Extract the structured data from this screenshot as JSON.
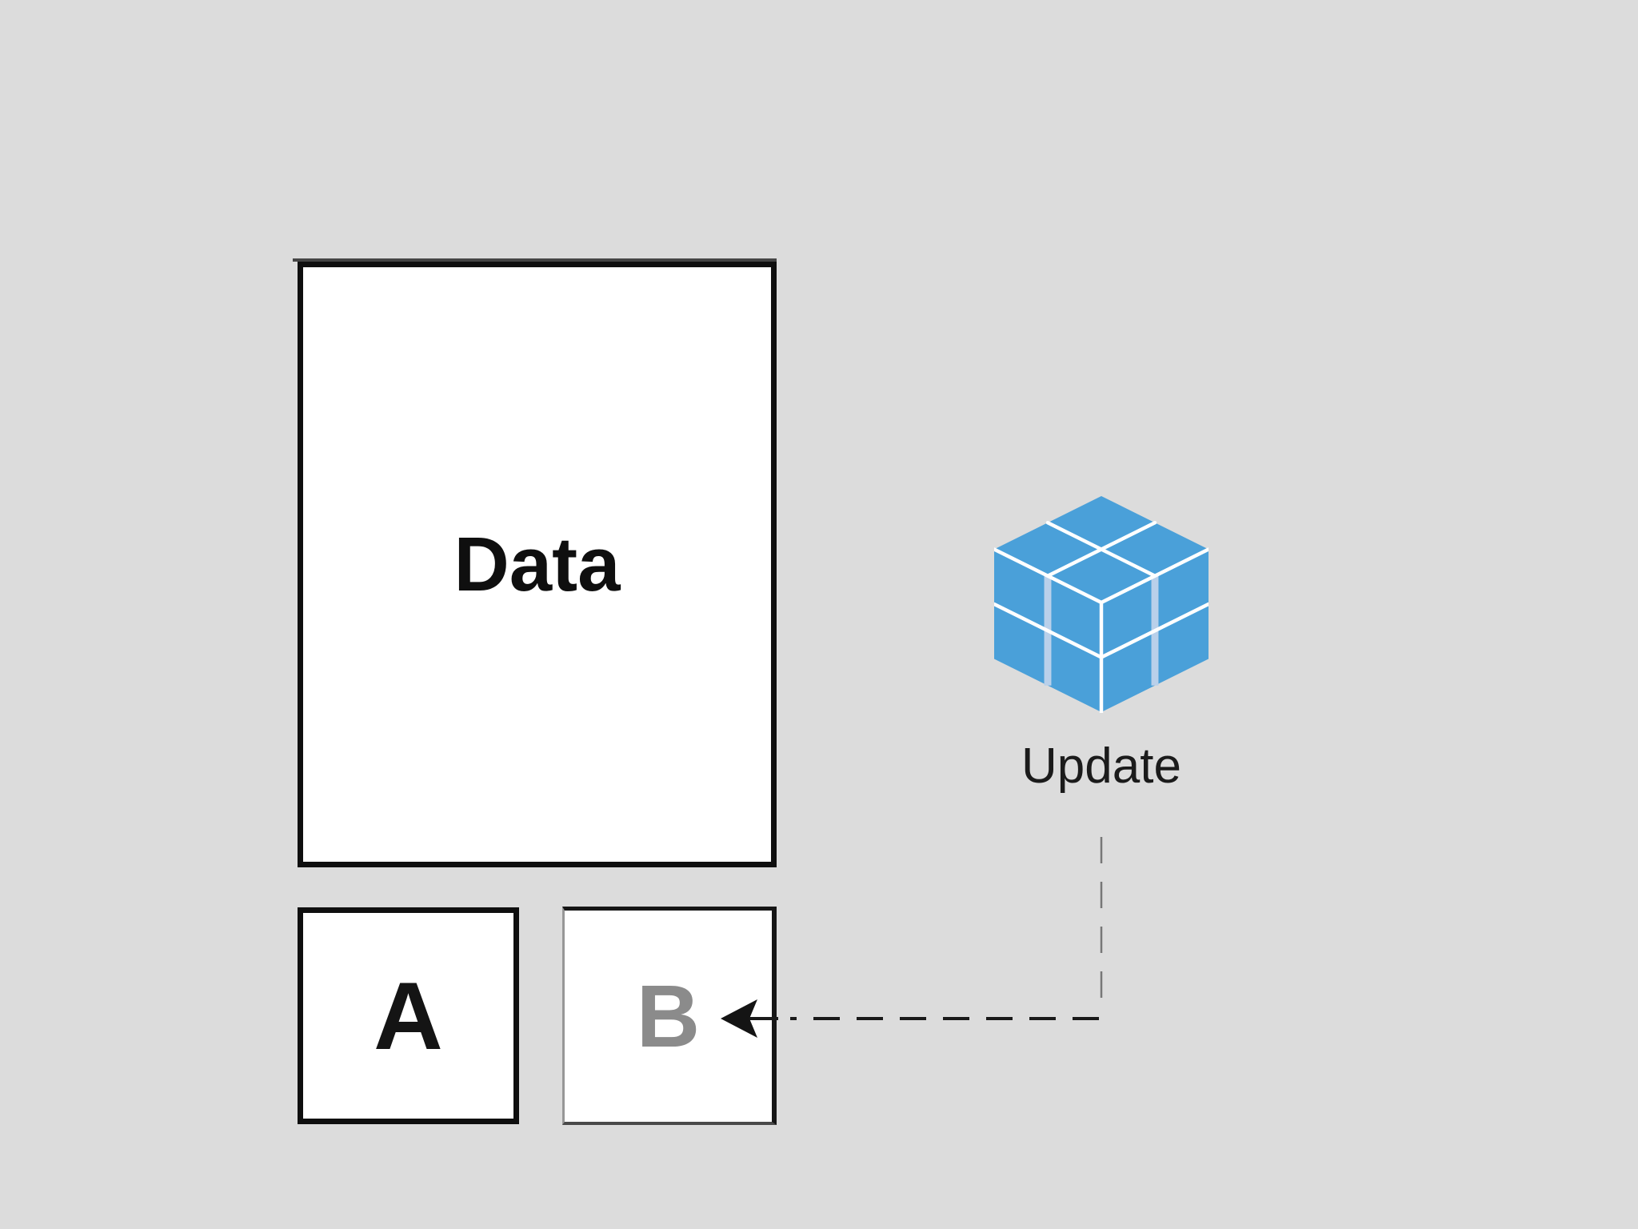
{
  "diagram": {
    "data_box": {
      "label": "Data"
    },
    "node_a": {
      "label": "A"
    },
    "node_b": {
      "label": "B"
    },
    "update": {
      "label": "Update",
      "icon": "update-cube-icon"
    },
    "connector": {
      "type": "dashed-arrow",
      "from": "update-cube-icon",
      "to": "node-b"
    },
    "colors": {
      "background": "#dcdcdc",
      "box_fill": "#ffffff",
      "box_border": "#0f0f0f",
      "node_b_border_light": "#979797",
      "node_b_letter": "#8b8b8b",
      "cube_blue": "#4aa0d9",
      "cube_stripe_light_blue": "#b9d0ea",
      "cube_grid_white": "#ffffff",
      "connector_dark": "#1a1a1a",
      "connector_gray": "#777777"
    }
  }
}
